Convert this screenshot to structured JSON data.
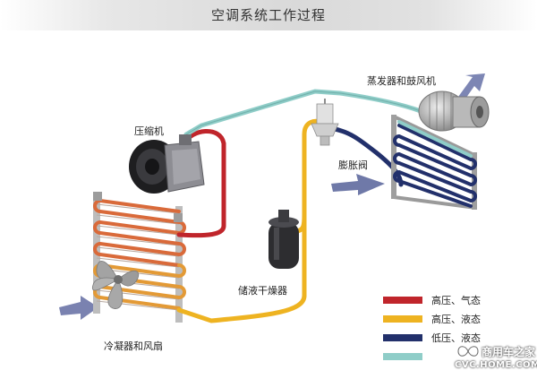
{
  "title": "空调系统工作过程",
  "labels": {
    "compressor": "压缩机",
    "evaporator": "蒸发器和鼓风机",
    "expansion": "膨胀阀",
    "receiver": "储液干燥器",
    "condenser": "冷凝器和风扇"
  },
  "legend": [
    {
      "label": "高压、气态",
      "color": "#c0252b"
    },
    {
      "label": "高压、液态",
      "color": "#eeb321"
    },
    {
      "label": "低压、液态",
      "color": "#22306b"
    },
    {
      "label": "",
      "color": "#8fcdc8"
    }
  ],
  "watermark": {
    "top": "商用车之家",
    "bottom": "CVC.HOME.COM"
  }
}
